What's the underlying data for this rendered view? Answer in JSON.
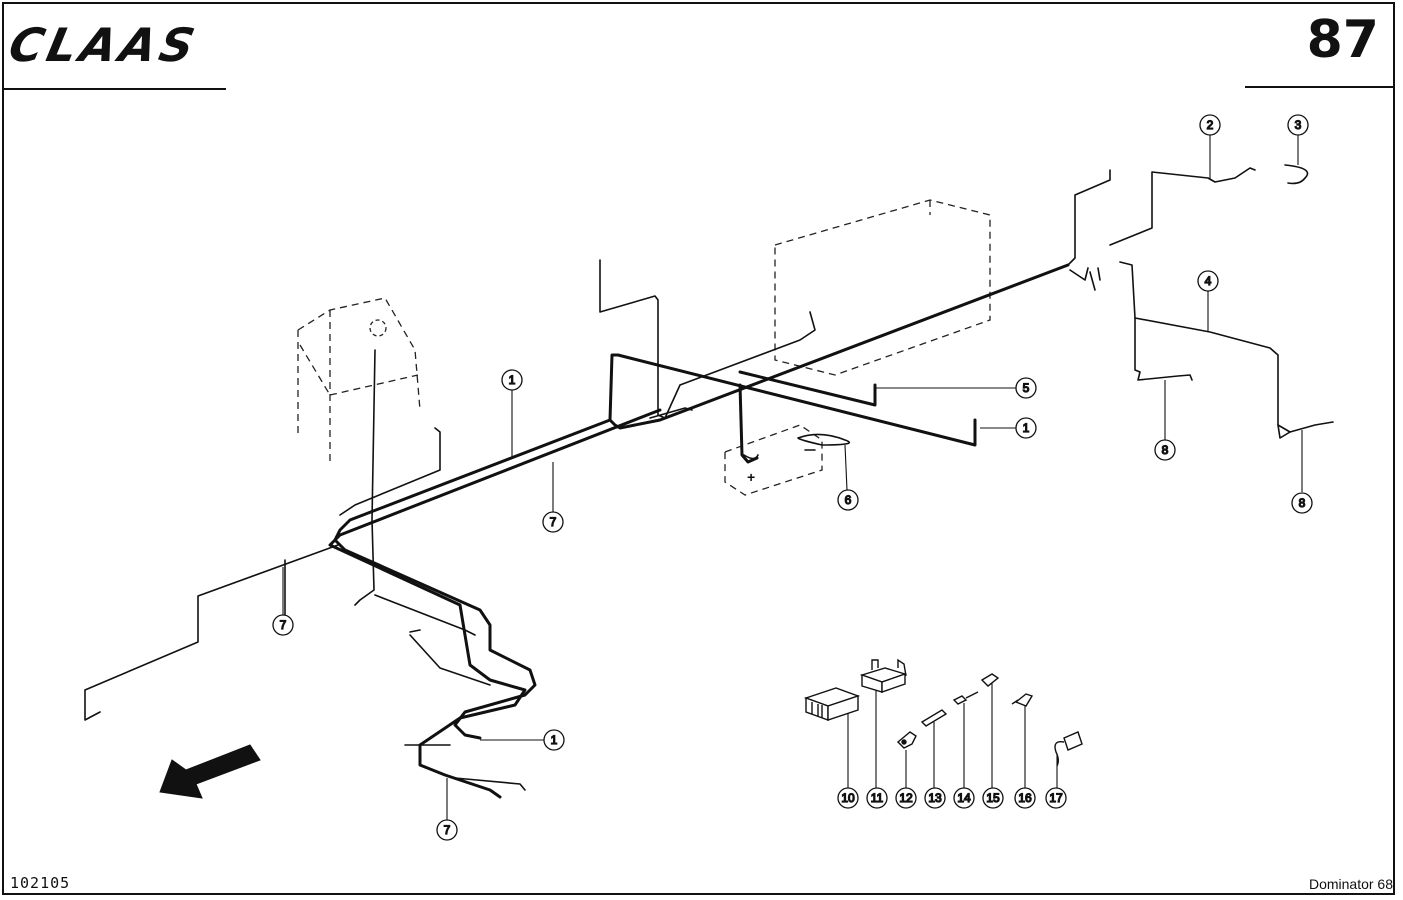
{
  "header": {
    "brand": "CLAAS",
    "page_number": "87"
  },
  "footer": {
    "drawing_id": "102105",
    "model": "Dominator 68"
  },
  "diagram": {
    "battery_plus_label": "+",
    "callouts": [
      {
        "id": "c1a",
        "label": "1"
      },
      {
        "id": "c1b",
        "label": "1"
      },
      {
        "id": "c1c",
        "label": "1"
      },
      {
        "id": "c2",
        "label": "2"
      },
      {
        "id": "c3",
        "label": "3"
      },
      {
        "id": "c4",
        "label": "4"
      },
      {
        "id": "c5",
        "label": "5"
      },
      {
        "id": "c6",
        "label": "6"
      },
      {
        "id": "c7a",
        "label": "7"
      },
      {
        "id": "c7b",
        "label": "7"
      },
      {
        "id": "c7c",
        "label": "7"
      },
      {
        "id": "c8a",
        "label": "8"
      },
      {
        "id": "c8b",
        "label": "8"
      },
      {
        "id": "c10",
        "label": "10"
      },
      {
        "id": "c11",
        "label": "11"
      },
      {
        "id": "c12",
        "label": "12"
      },
      {
        "id": "c13",
        "label": "13"
      },
      {
        "id": "c14",
        "label": "14"
      },
      {
        "id": "c15",
        "label": "15"
      },
      {
        "id": "c16",
        "label": "16"
      },
      {
        "id": "c17",
        "label": "17"
      }
    ]
  }
}
